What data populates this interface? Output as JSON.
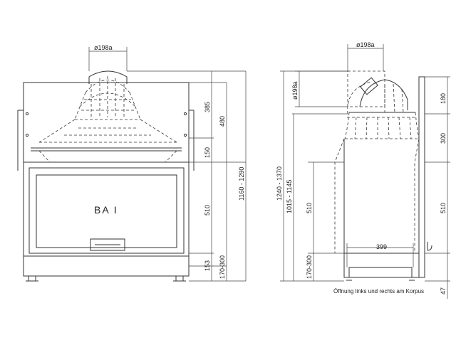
{
  "front_view": {
    "label": "BA I",
    "flue_diameter": "ø198a",
    "dims_right_inner": [
      "385",
      "150",
      "510",
      "153"
    ],
    "dims_right_mid": [
      "480",
      "170-300"
    ],
    "dims_right_outer": [
      "1160 - 1290"
    ]
  },
  "side_view": {
    "flue_diameter_top": "ø198a",
    "flue_diameter_side": "ø198a",
    "dims_left_outer": [
      "1240 - 1370"
    ],
    "dims_left_mid": [
      "1015 - 1145"
    ],
    "dims_left_inner": [
      "510",
      "170-300"
    ],
    "dims_right": [
      "180",
      "300",
      "510",
      "47"
    ],
    "depth": "399",
    "note": "Öffnung links und rechts am Korpus"
  }
}
